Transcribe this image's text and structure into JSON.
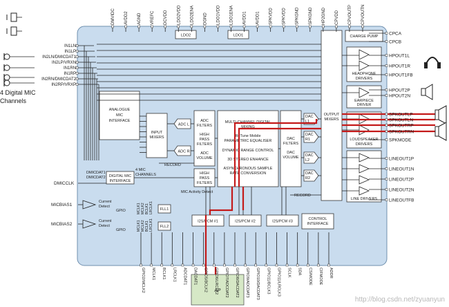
{
  "top_pins": [
    "DMVIDC",
    "AVDD2",
    "AGND",
    "VREFC",
    "DCVDD",
    "LDO2VDD",
    "LDO2ENA",
    "DGND",
    "LDO1VDD",
    "LDO1ENA",
    "AVDD1",
    "AVDD1",
    "SPKVDD",
    "SPKVDD",
    "SPKGND",
    "SPKGND",
    "HP2GND",
    "CPVDD",
    "CPVOUTP",
    "CPVOUTN"
  ],
  "left_pins": [
    "IN1LN",
    "IN1LP",
    "IN2LN/DMICDAT1",
    "IN2LP/VRXN",
    "IN1RN",
    "IN1RP",
    "IN2RN/DMICDAT2",
    "IN2RP/VRXP"
  ],
  "right_pins": [
    "CPCA",
    "CPCB",
    "HPOUT1L",
    "HPOUT1R",
    "HPOUT1FB",
    "HPOUT2P",
    "HPOUT2N",
    "SPKOUTLP",
    "SPKOUTLN",
    "SPKOUTRP",
    "SPKOUTRN",
    "SPKMODE",
    "LINEOUT1P",
    "LINEOUT1N",
    "LINEOUT2P",
    "LINEOUT2N",
    "LINEOUTFB"
  ],
  "bottom_pins": [
    "GPIO2/MCLK2",
    "MCLK1",
    "BCLK1",
    "LRCLK1",
    "ADCDAT1",
    "DACDAT1",
    "GPIO5/BCLK2",
    "GPIO6/LRCLK2",
    "GPIO7/ADCDAT2",
    "GPIO8/DACDAT2",
    "GPIO9/ADCDAT3",
    "GPIO10/DACDAT3",
    "GPIO11/BCLK3",
    "GPIO11/LRCLK3",
    "SCLK",
    "SDA",
    "CS/MODE",
    "CIFMODE",
    "ADDR"
  ],
  "blocks": {
    "ldo2": "LDO2",
    "ldo1": "LDO1",
    "charge_pump": "CHARGE PUMP",
    "analogue_mic": [
      "ANALOGUE",
      "MIC",
      "INTERFACE"
    ],
    "input_mixers": [
      "INPUT",
      "MIXERS"
    ],
    "adc_l": "ADC L",
    "adc_r": "ADC R",
    "adc_filters": [
      "ADC",
      "FILTERS",
      "HIGH",
      "PASS",
      "FILTERS",
      "ADC",
      "VOLUME"
    ],
    "hpf2": [
      "HIGH",
      "PASS",
      "FILTERS"
    ],
    "dsp": [
      "MULTI-CHANNEL DIGITAL",
      "MIXING",
      "ReTune Mobile",
      "PARAMETRIC EQUALISER",
      "DYNAMIC RANGE CONTROL",
      "3D STEREO ENHANCE",
      "ASYNCHRONOUS SAMPLE",
      "RATE CONVERSION"
    ],
    "dac_filters": [
      "DAC",
      "FILTERS",
      "DAC",
      "VOLUME"
    ],
    "dacs": [
      "DAC L1",
      "DAC R1",
      "DAC L2",
      "DAC R2"
    ],
    "output_mixers": [
      "OUTPUT",
      "MIXERS"
    ],
    "headphone_drivers": [
      "HEADPHONE",
      "DRIVERS"
    ],
    "earpiece_driver": [
      "EARPIECE",
      "DRIVER"
    ],
    "loudspeaker_drivers": [
      "LOUDSPEAKER",
      "DRIVERS"
    ],
    "line_drivers": "LINE DRIVERS",
    "digital_mic": [
      "DIGITAL MIC",
      "INTERFACE"
    ],
    "four_mic": [
      "4 MIC",
      "CHANNELS"
    ],
    "record1": "RECORD",
    "record2": "RECORD",
    "mic_activity": "MIC Activity Detect",
    "fll1": "FLL1",
    "fll2": "FLL2",
    "i2s1": "I2S/PCM #1",
    "i2s2": "I2S/PCM #2",
    "i2s3": "I2S/PCM #3",
    "control": [
      "CONTROL",
      "INTERFACE"
    ],
    "dmicdat1": "DMICDAT1",
    "dmicdat2": "DMICDAT2",
    "dmicclk": "DMICCLK",
    "micbias1": "MICBIAS1",
    "micbias2": "MICBIAS2",
    "current_detect": [
      "Current",
      "Detect"
    ],
    "gpio": "GPIO",
    "fll_inputs": [
      "MCLK1",
      "MCLK2",
      "BCLK1",
      "LRCLK1"
    ],
    "ap": "AP"
  },
  "external": {
    "digital_mic_label": [
      "4 Digital MIC",
      "Channels"
    ]
  },
  "watermark": "http://blog.csdn.net/zyuanyun",
  "colors": {
    "chip": "#c9dcee",
    "route": "#c41a1a"
  }
}
